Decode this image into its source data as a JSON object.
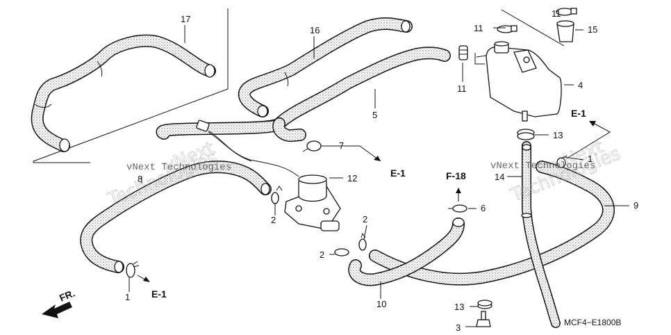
{
  "callouts": {
    "c1a": "1",
    "c1b": "1",
    "c2a": "2",
    "c2b": "2",
    "c2c": "2",
    "c3": "3",
    "c4": "4",
    "c5": "5",
    "c6": "6",
    "c7": "7",
    "c8": "8",
    "c9": "9",
    "c10": "10",
    "c11a": "11",
    "c11b": "11",
    "c11c": "11",
    "c12": "12",
    "c13a": "13",
    "c13b": "13",
    "c14": "14",
    "c15": "15",
    "c16": "16",
    "c17": "17"
  },
  "references": {
    "e1_a": "E-1",
    "e1_b": "E-1",
    "e1_c": "E-1",
    "f18": "F-18"
  },
  "direction": {
    "front": "FR."
  },
  "watermark": {
    "line1": "vNext Technologies",
    "line2": "vNext Technologies",
    "large1": "Technologies",
    "large2": "Technologies",
    "large3": "vNext",
    "large4": "vNext"
  },
  "diagram_code": "MCF4−E1800B"
}
